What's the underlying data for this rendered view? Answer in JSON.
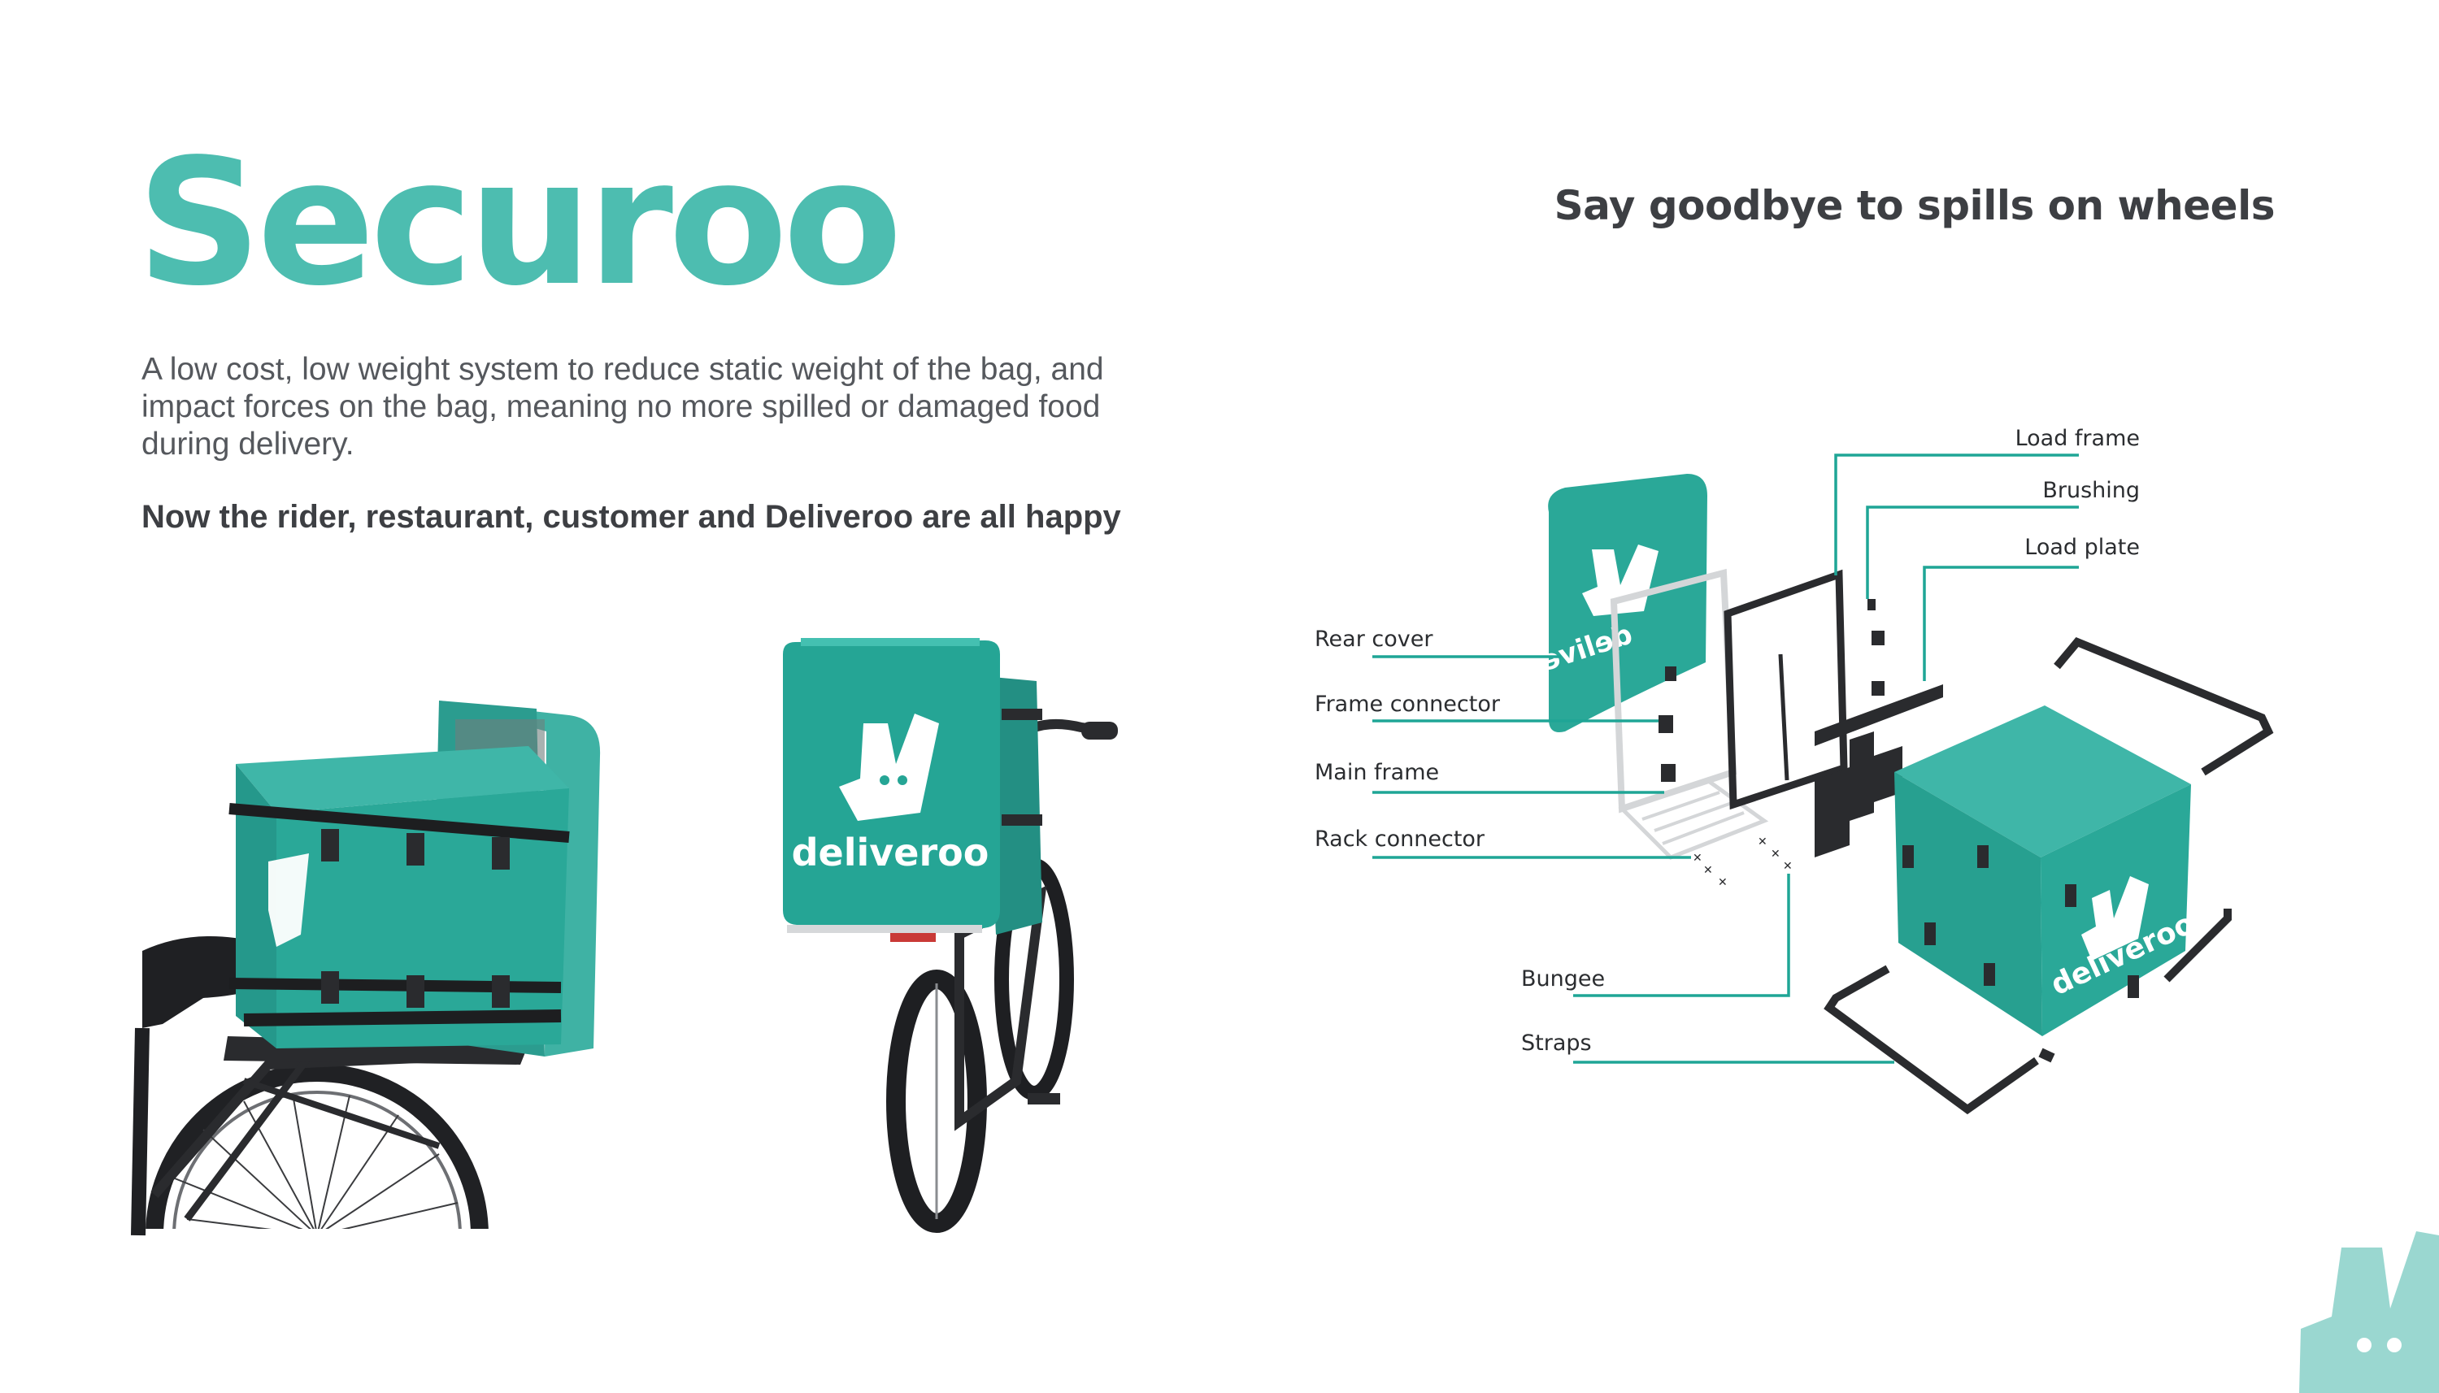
{
  "title": "Securoo",
  "tagline": "Say goodbye to spills on wheels",
  "description": "A low cost, low weight system to reduce static weight of the bag, and impact forces on the bag, meaning no more spilled or damaged food during delivery.",
  "highlight": "Now the rider, restaurant, customer and Deliveroo are all happy",
  "brand": {
    "wordmark": "deliveroo",
    "primary_color": "#4dbdb0",
    "bag_color": "#2aa898",
    "text_dark": "#3d3f43"
  },
  "callouts": {
    "load_frame": "Load frame",
    "brushing": "Brushing",
    "load_plate": "Load plate",
    "rear_cover": "Rear cover",
    "frame_connector": "Frame connector",
    "main_frame": "Main frame",
    "rack_connector": "Rack connector",
    "bungee": "Bungee",
    "straps": "Straps"
  },
  "icons": {
    "corner_logo": "deliveroo-kangaroo-logo-icon"
  }
}
